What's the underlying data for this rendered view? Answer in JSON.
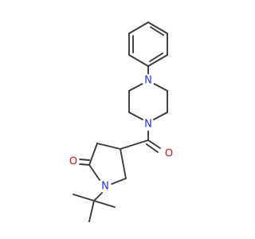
{
  "molecule": {
    "atoms": [
      {
        "id": "n_piperazine_top",
        "element": "N",
        "label": "N",
        "color": "#2b2bff"
      },
      {
        "id": "n_piperazine_bottom",
        "element": "N",
        "label": "N",
        "color": "#2b2bff"
      },
      {
        "id": "o_amide",
        "element": "O",
        "label": "O",
        "color": "#e0101a"
      },
      {
        "id": "o_lactam",
        "element": "O",
        "label": "O",
        "color": "#e0101a"
      },
      {
        "id": "n_pyrrolidinone",
        "element": "N",
        "label": "N",
        "color": "#2b2bff"
      }
    ],
    "bond_color": "#3a3a3a"
  }
}
